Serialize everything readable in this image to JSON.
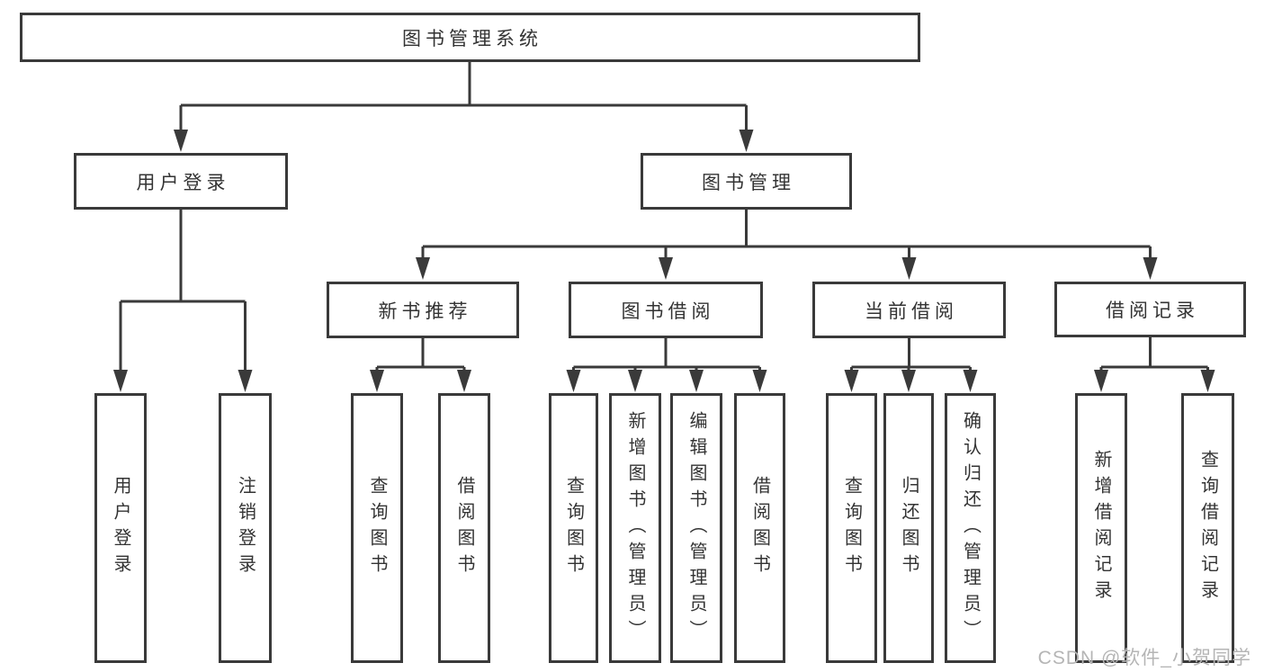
{
  "diagram": {
    "type": "hierarchy-tree",
    "title": "图书管理系统",
    "nodes": {
      "root": {
        "label": "图书管理系统"
      },
      "level2": [
        {
          "label": "用户登录",
          "parent": "图书管理系统"
        },
        {
          "label": "图书管理",
          "parent": "图书管理系统"
        }
      ],
      "level3": [
        {
          "label": "新书推荐",
          "parent": "图书管理"
        },
        {
          "label": "图书借阅",
          "parent": "图书管理"
        },
        {
          "label": "当前借阅",
          "parent": "图书管理"
        },
        {
          "label": "借阅记录",
          "parent": "图书管理"
        }
      ],
      "leaves": [
        {
          "label": "用户登录",
          "parent": "用户登录"
        },
        {
          "label": "注销登录",
          "parent": "用户登录"
        },
        {
          "label": "查询图书",
          "parent": "新书推荐"
        },
        {
          "label": "借阅图书",
          "parent": "新书推荐"
        },
        {
          "label": "查询图书",
          "parent": "图书借阅"
        },
        {
          "label": "新增图书（管理员）",
          "parent": "图书借阅"
        },
        {
          "label": "编辑图书（管理员）",
          "parent": "图书借阅"
        },
        {
          "label": "借阅图书",
          "parent": "图书借阅"
        },
        {
          "label": "查询图书",
          "parent": "当前借阅"
        },
        {
          "label": "归还图书",
          "parent": "当前借阅"
        },
        {
          "label": "确认归还（管理员）",
          "parent": "当前借阅"
        },
        {
          "label": "新增借阅记录",
          "parent": "借阅记录"
        },
        {
          "label": "查询借阅记录",
          "parent": "借阅记录"
        }
      ]
    },
    "colors": {
      "line": "#3a3a3a",
      "box_border": "#3a3a3a",
      "text": "#333333",
      "background": "#ffffff",
      "watermark_text": "#b5b5b5"
    }
  },
  "watermark": "CSDN @软件_小贺同学"
}
